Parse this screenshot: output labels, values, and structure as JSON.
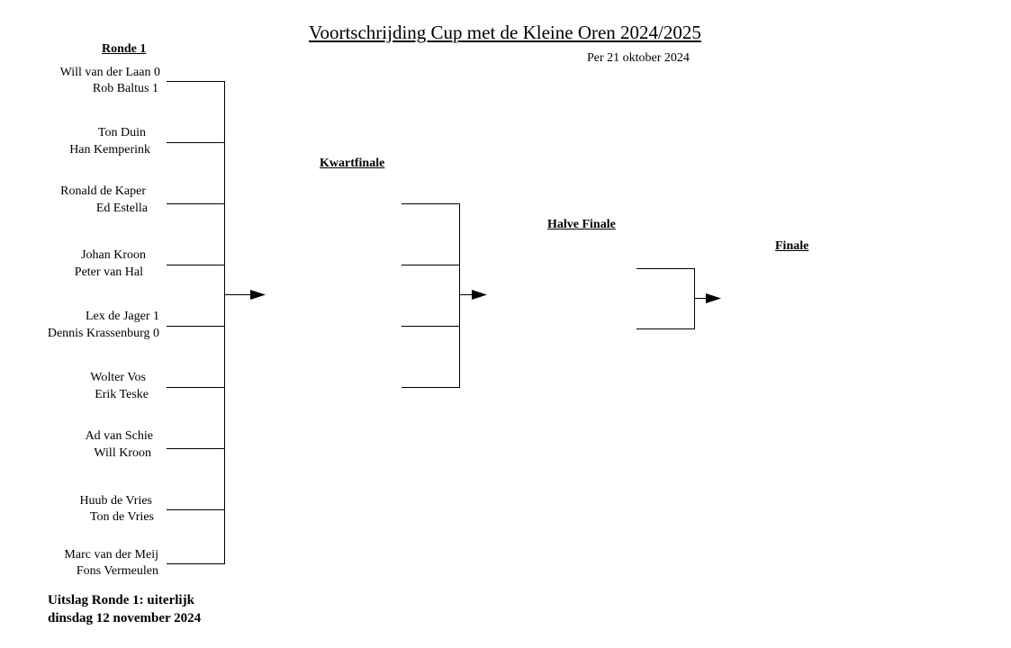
{
  "header": {
    "title": "Voortschrijding Cup met de Kleine Oren 2024/2025",
    "date": "Per 21 oktober 2024"
  },
  "rounds": {
    "r1": "Ronde 1",
    "qf": "Kwartfinale",
    "sf": "Halve Finale",
    "final": "Finale"
  },
  "matches": [
    {
      "p1": "Will van der Laan 0",
      "p2": "Rob Baltus 1"
    },
    {
      "p1": "Ton Duin",
      "p2": "Han Kemperink"
    },
    {
      "p1": "Ronald de Kaper",
      "p2": "Ed Estella"
    },
    {
      "p1": "Johan Kroon",
      "p2": "Peter van Hal"
    },
    {
      "p1": "Lex de Jager  1",
      "p2": "Dennis Krassenburg  0"
    },
    {
      "p1": "Wolter Vos",
      "p2": "Erik Teske"
    },
    {
      "p1": "Ad van Schie",
      "p2": "Will Kroon"
    },
    {
      "p1": "Huub de Vries",
      "p2": "Ton de Vries"
    },
    {
      "p1": "Marc van der Meij",
      "p2": "Fons Vermeulen"
    }
  ],
  "footer": {
    "line1": "Uitslag Ronde 1: uiterlijk",
    "line2": "dinsdag 12 november 2024"
  }
}
